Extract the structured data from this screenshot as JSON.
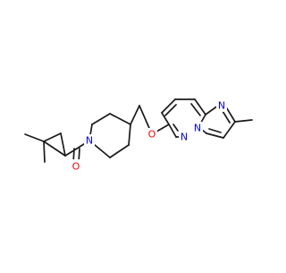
{
  "molecule": {
    "atom_labels": {
      "carbonyl_oxygen": "O",
      "piperidine_nitrogen": "N",
      "ether_oxygen": "O",
      "imidazole_nitrogen": "N",
      "pyridazine_nitrogen": "N",
      "bridgehead_nitrogen": "N"
    }
  },
  "colors": {
    "bond": "#1a1a1a",
    "oxygen": "#ff0000",
    "nitrogen": "#0000ff",
    "background": "#ffffff"
  }
}
